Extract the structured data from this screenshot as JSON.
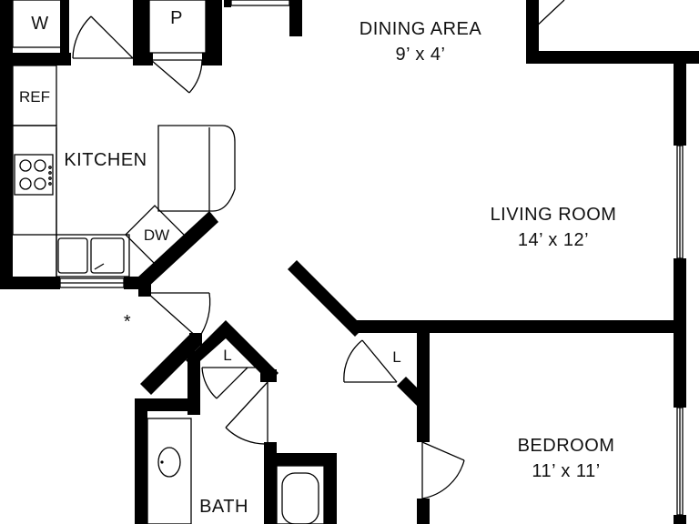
{
  "rooms": {
    "dining": {
      "name": "DINING AREA",
      "size": "9’ x 4’"
    },
    "living": {
      "name": "LIVING ROOM",
      "size": "14’ x 12’"
    },
    "kitchen": {
      "name": "KITCHEN"
    },
    "bedroom": {
      "name": "BEDROOM",
      "size": "11’ x 11’"
    },
    "bath": {
      "name": "BATH"
    }
  },
  "labels": {
    "washer": "W",
    "pantry": "P",
    "fridge": "REF",
    "dishwasher": "DW",
    "linen_closet": "L",
    "bedroom_closet": "L",
    "asterisk": "*"
  },
  "icons": {
    "range": "stove-icon",
    "sink": "kitchen-sink-icon",
    "basin": "bath-sink-icon",
    "tub": "bathtub-icon"
  }
}
